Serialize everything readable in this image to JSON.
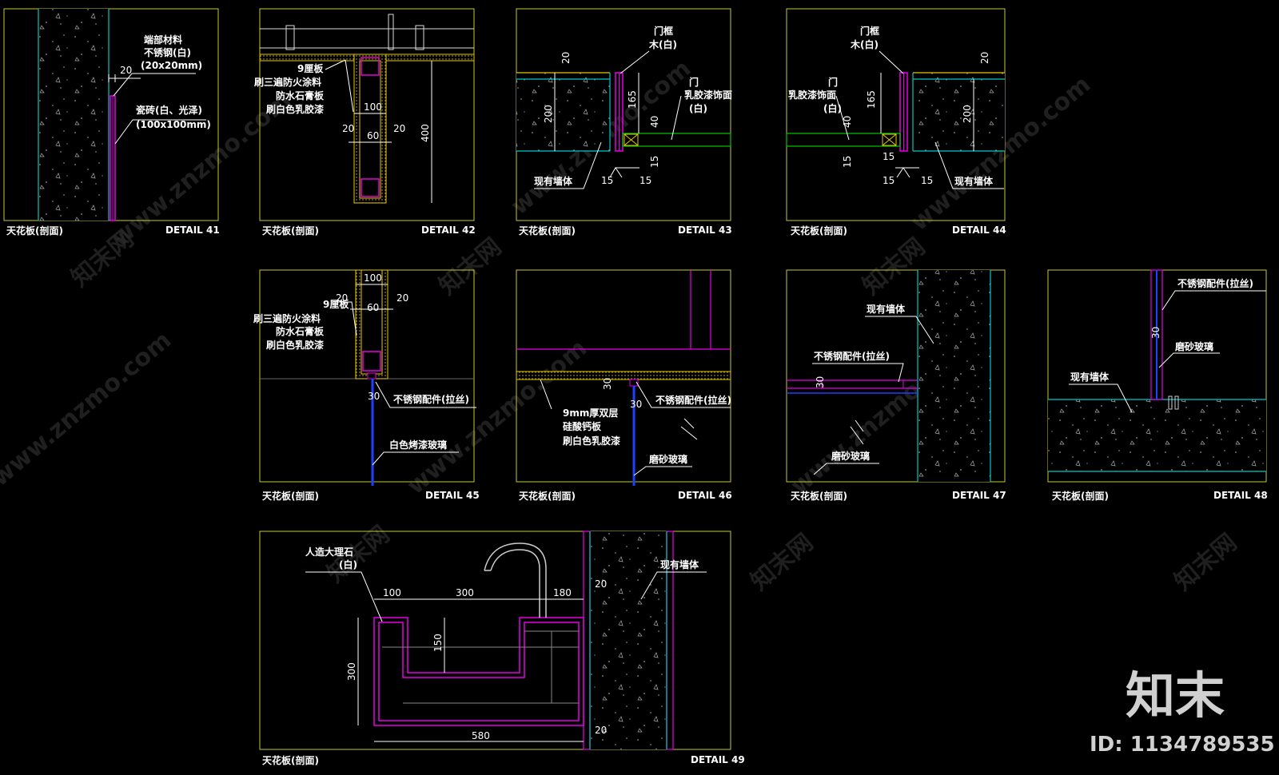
{
  "panel_title": "天花板(剖面)",
  "details": {
    "d41": {
      "label": "DETAIL 41",
      "notes": [
        "端部材料",
        "不锈钢(白)",
        "(20x20mm)",
        "瓷砖(白、光泽)",
        "(100x100mm)"
      ],
      "dims": [
        "20"
      ]
    },
    "d42": {
      "label": "DETAIL 42",
      "notes": [
        "9厘板",
        "刷三遍防火涂料",
        "防水石膏板",
        "刷白色乳胶漆"
      ],
      "dims": [
        "100",
        "20",
        "60",
        "20",
        "400"
      ]
    },
    "d43": {
      "label": "DETAIL 43",
      "notes": [
        "门框",
        "木(白)",
        "门",
        "乳胶漆饰面",
        "(白)",
        "现有墙体"
      ],
      "dims": [
        "20",
        "200",
        "165",
        "40",
        "15",
        "15",
        "15"
      ]
    },
    "d44": {
      "label": "DETAIL 44",
      "notes": [
        "门框",
        "木(白)",
        "门",
        "乳胶漆饰面",
        "(白)",
        "现有墙体"
      ],
      "dims": [
        "20",
        "200",
        "165",
        "40",
        "15",
        "15",
        "15",
        "15"
      ]
    },
    "d45": {
      "label": "DETAIL 45",
      "notes": [
        "9厘板",
        "刷三遍防火涂料",
        "防水石膏板",
        "刷白色乳胶漆",
        "不锈钢配件(拉丝)",
        "白色烤漆玻璃"
      ],
      "dims": [
        "100",
        "20",
        "60",
        "20",
        "30"
      ]
    },
    "d46": {
      "label": "DETAIL 46",
      "notes": [
        "9mm厚双层",
        "硅酸钙板",
        "刷白色乳胶漆",
        "不锈钢配件(拉丝)",
        "磨砂玻璃"
      ],
      "dims": [
        "30",
        "30"
      ]
    },
    "d47": {
      "label": "DETAIL 47",
      "notes": [
        "现有墙体",
        "不锈钢配件(拉丝)",
        "磨砂玻璃"
      ],
      "dims": [
        "30"
      ]
    },
    "d48": {
      "label": "DETAIL 48",
      "notes": [
        "不锈钢配件(拉丝)",
        "磨砂玻璃",
        "现有墙体"
      ],
      "dims": [
        "30"
      ]
    },
    "d49": {
      "label": "DETAIL 49",
      "notes": [
        "人造大理石",
        "(白)",
        "现有墙体"
      ],
      "dims": [
        "100",
        "300",
        "180",
        "20",
        "150",
        "300",
        "580",
        "20"
      ]
    }
  },
  "watermark": {
    "logo": "知末",
    "id": "ID: 1134789535",
    "text": "www.znzmo.com",
    "cn": "知末网"
  },
  "colors": {
    "frame": "#c8c832",
    "wall": "#00c8c8",
    "finish": "#e600e6",
    "glass": "#2040ff",
    "board": "#e6c800",
    "green": "#00c800",
    "line": "#ffffff"
  }
}
